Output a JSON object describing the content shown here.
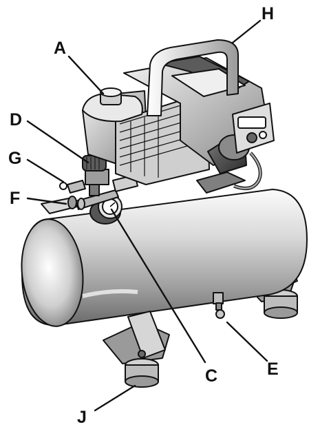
{
  "diagram": {
    "callouts": {
      "A": "A",
      "B": "H",
      "C": "D",
      "D": "G",
      "E": "F",
      "F": "C",
      "G": "E",
      "H": "J"
    }
  },
  "colors": {
    "outline": "#111111",
    "metal_light": "#f4f4f4",
    "metal_mid": "#b9b9b9",
    "metal_dark": "#6e6e6e",
    "background": "#ffffff"
  }
}
